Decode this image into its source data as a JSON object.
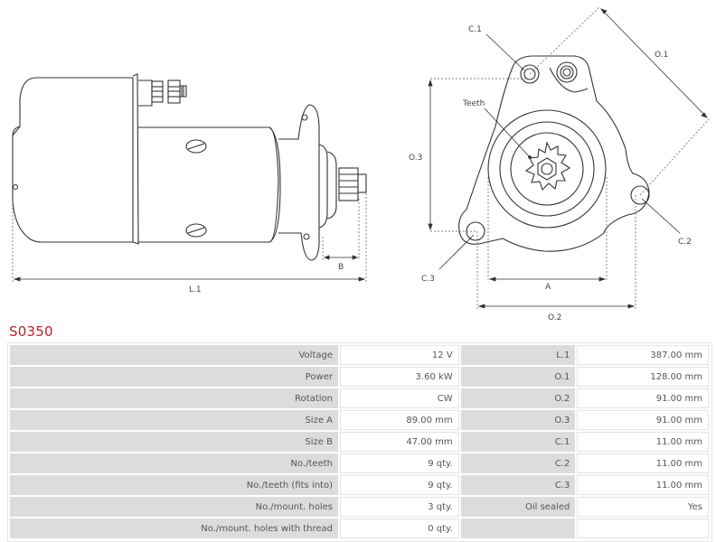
{
  "drawing": {
    "side_view": {
      "dimension_labels": {
        "overall_length": "L.1",
        "pinion_offset": "B"
      }
    },
    "front_view": {
      "dimension_labels": {
        "diagonal": "O.1",
        "horizontal_holes": "O.2",
        "vertical_holes": "O.3",
        "pilot_diameter": "A",
        "hole1": "C.1",
        "hole2": "C.2",
        "hole3": "C.3",
        "teeth": "Teeth"
      }
    }
  },
  "product": {
    "code": "S0350",
    "title_color": "#b3242c"
  },
  "specs": {
    "rows": [
      {
        "label": "Voltage",
        "value": "12 V",
        "label2": "L.1",
        "value2": "387.00 mm"
      },
      {
        "label": "Power",
        "value": "3.60 kW",
        "label2": "O.1",
        "value2": "128.00 mm"
      },
      {
        "label": "Rotation",
        "value": "CW",
        "label2": "O.2",
        "value2": "91.00 mm"
      },
      {
        "label": "Size A",
        "value": "89.00 mm",
        "label2": "O.3",
        "value2": "91.00 mm"
      },
      {
        "label": "Size B",
        "value": "47.00 mm",
        "label2": "C.1",
        "value2": "11.00 mm"
      },
      {
        "label": "No./teeth",
        "value": "9 qty.",
        "label2": "C.2",
        "value2": "11.00 mm"
      },
      {
        "label": "No./teeth (fits into)",
        "value": "9 qty.",
        "label2": "C.3",
        "value2": "11.00 mm"
      },
      {
        "label": "No./mount. holes",
        "value": "3 qty.",
        "label2": "Oil sealed",
        "value2": "Yes"
      },
      {
        "label": "No./mount. holes with thread",
        "value": "0 qty.",
        "label2": "",
        "value2": ""
      }
    ]
  }
}
